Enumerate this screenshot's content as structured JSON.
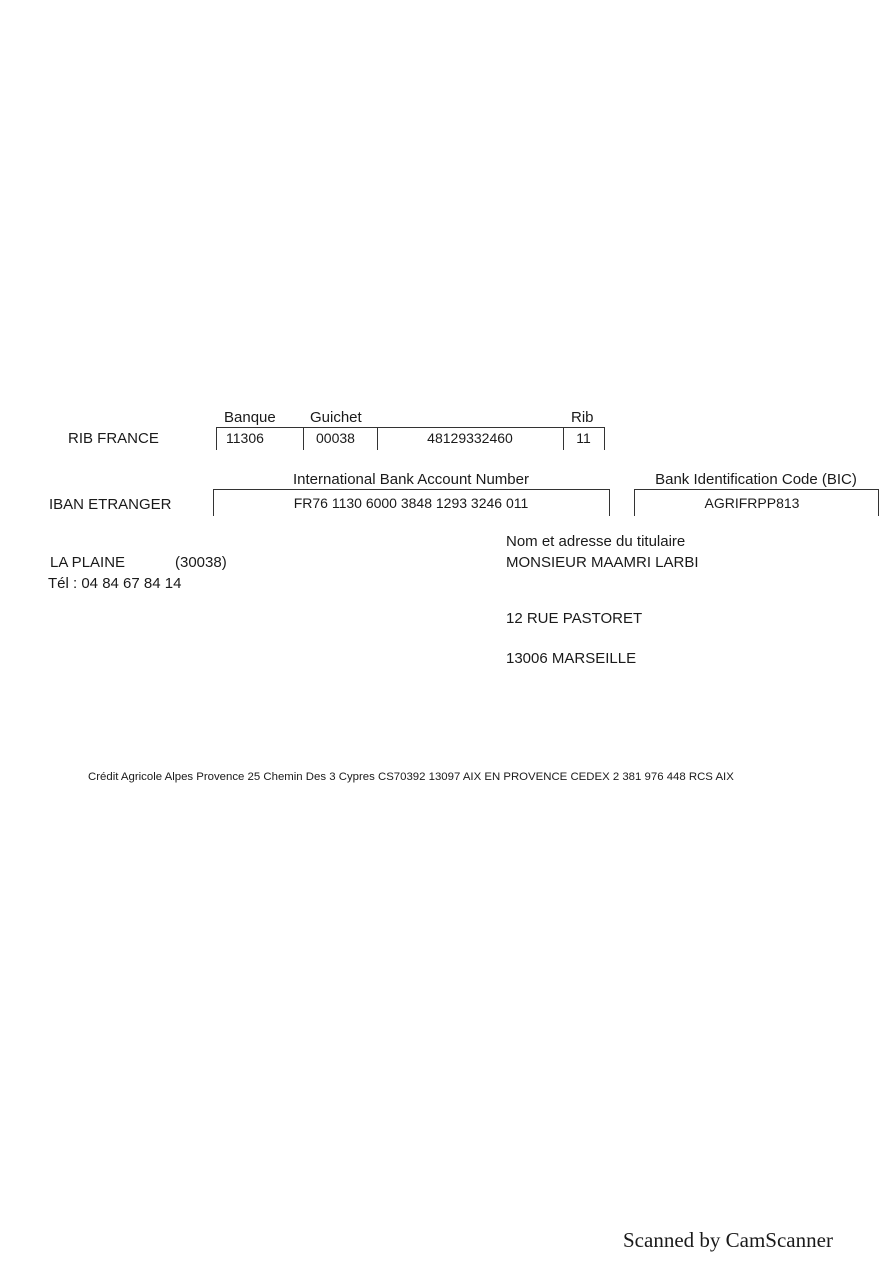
{
  "rib": {
    "label": "RIB FRANCE",
    "headers": {
      "banque": "Banque",
      "guichet": "Guichet",
      "rib": "Rib"
    },
    "banque": "11306",
    "guichet": "00038",
    "compte": "48129332460",
    "cle": "11"
  },
  "iban": {
    "label": "IBAN ETRANGER",
    "header": "International Bank Account Number",
    "value": "FR76 1130 6000 3848 1293 3246 011"
  },
  "bic": {
    "header": "Bank Identification Code (BIC)",
    "value": "AGRIFRPP813"
  },
  "agence": {
    "name": "LA PLAINE",
    "code": "(30038)",
    "tel": "Tél : 04 84 67 84 14"
  },
  "titulaire": {
    "header": "Nom et adresse du titulaire",
    "name": "MONSIEUR MAAMRI LARBI",
    "street": "12 RUE PASTORET",
    "city": "13006 MARSEILLE"
  },
  "footer": "Crédit Agricole Alpes Provence  25 Chemin Des 3 Cypres CS70392  13097 AIX EN PROVENCE CEDEX 2 381 976 448 RCS AIX",
  "watermark": "Scanned by CamScanner"
}
